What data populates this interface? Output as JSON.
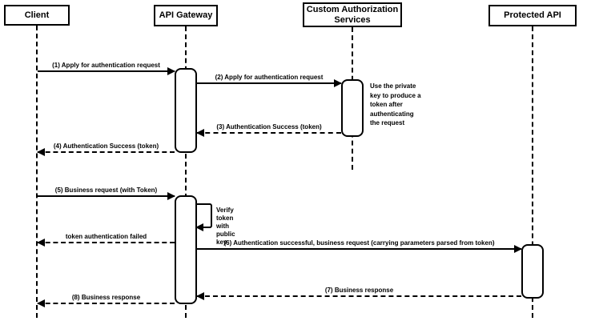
{
  "diagram": {
    "type": "sequence-diagram",
    "background_color": "#ffffff",
    "line_color": "#000000"
  },
  "actors": [
    {
      "label": "Client"
    },
    {
      "label": "API Gateway"
    },
    {
      "label": "Custom Authorization Services"
    },
    {
      "label": "Protected API"
    }
  ],
  "messages": [
    {
      "label": "(1) Apply for authentication request",
      "from": "Client",
      "to": "API Gateway",
      "style": "solid"
    },
    {
      "label": "(2) Apply for authentication request",
      "from": "API Gateway",
      "to": "Custom Authorization Services",
      "style": "solid"
    },
    {
      "label": "(3) Authentication Success (token)",
      "from": "Custom Authorization Services",
      "to": "API Gateway",
      "style": "dashed"
    },
    {
      "label": "(4) Authentication Success (token)",
      "from": "API Gateway",
      "to": "Client",
      "style": "dashed"
    },
    {
      "label": "(5) Business request (with Token)",
      "from": "Client",
      "to": "API Gateway",
      "style": "solid"
    },
    {
      "label": "Verify token\nwith public key",
      "from": "API Gateway",
      "to": "API Gateway",
      "style": "self"
    },
    {
      "label": "token authentication failed",
      "from": "API Gateway",
      "to": "Client",
      "style": "dashed"
    },
    {
      "label": "(6) Authentication successful, business request (carrying parameters parsed from token)",
      "from": "API Gateway",
      "to": "Protected API",
      "style": "solid"
    },
    {
      "label": "(7) Business response",
      "from": "Protected API",
      "to": "API Gateway",
      "style": "dashed"
    },
    {
      "label": "(8) Business response",
      "from": "API Gateway",
      "to": "Client",
      "style": "dashed"
    }
  ],
  "notes": [
    {
      "text": "Use the private\nkey to produce a\ntoken after\nauthenticating\nthe request",
      "attached_to": "Custom Authorization Services"
    }
  ]
}
